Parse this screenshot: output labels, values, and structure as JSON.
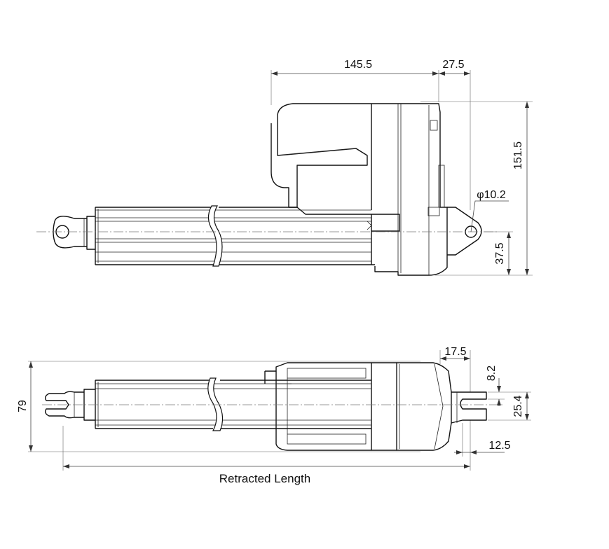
{
  "colors": {
    "line": "#111111",
    "dimension": "#444444",
    "background": "#ffffff"
  },
  "dimensions": {
    "body_length": "145.5",
    "end_offset": "27.5",
    "total_height": "151.5",
    "hole_diameter": "φ10.2",
    "axis_height": "37.5",
    "bottom_width": "79",
    "clevis_depth": "17.5",
    "slot_width": "8.2",
    "clevis_span": "25.4",
    "pin_offset": "12.5",
    "retracted_length": "Retracted Length"
  }
}
